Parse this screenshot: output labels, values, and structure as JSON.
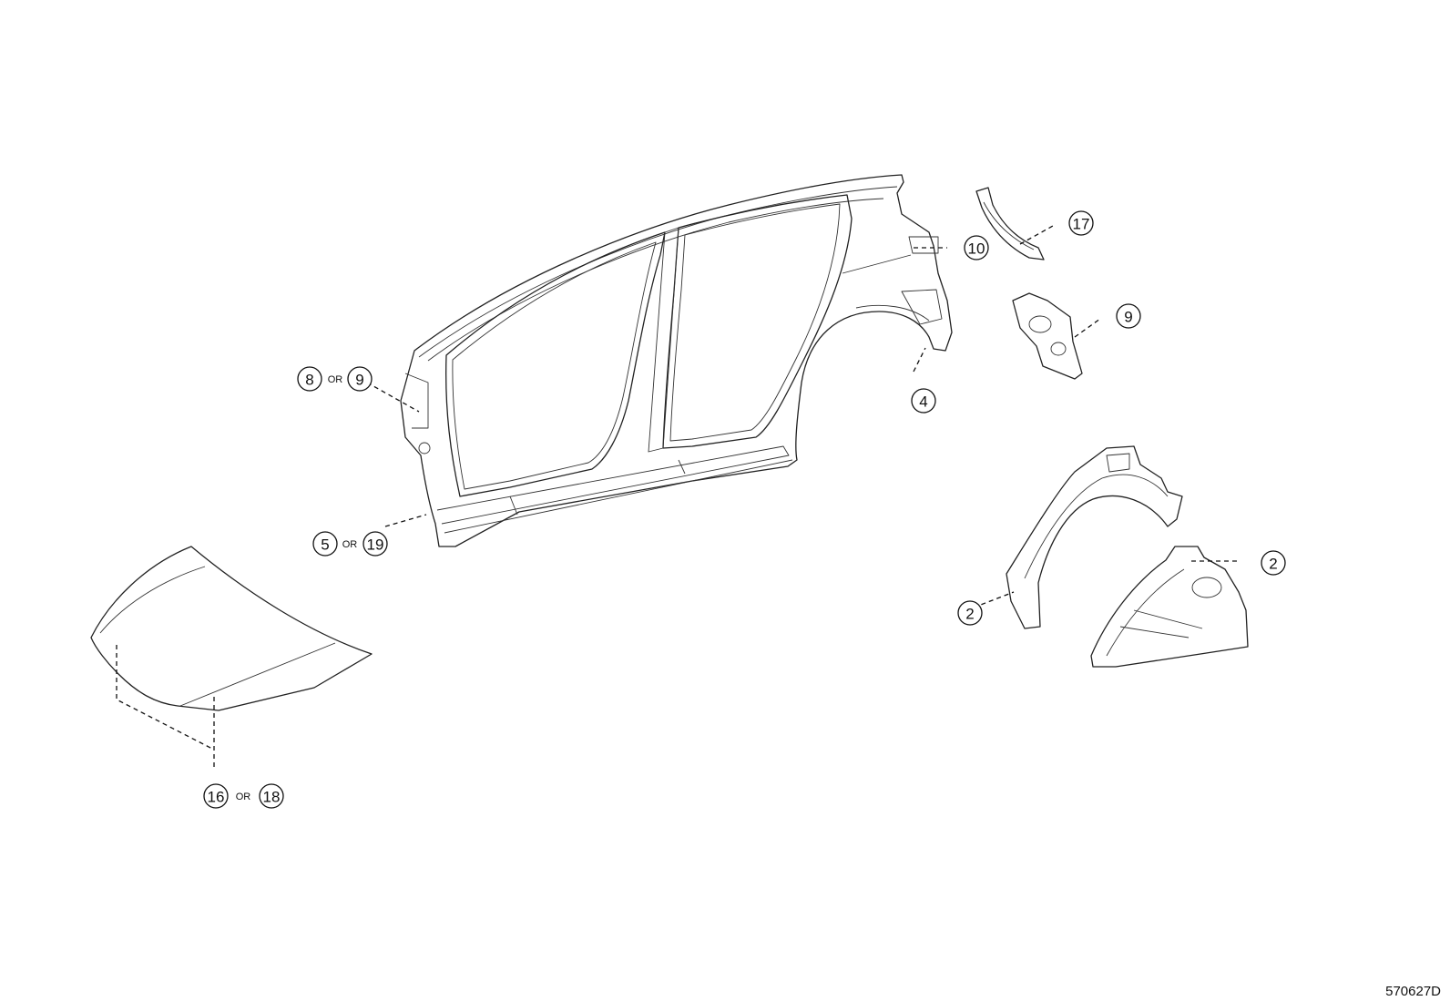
{
  "callouts": {
    "c_8": "8",
    "c_8_or": "OR",
    "c_9a": "9",
    "c_5": "5",
    "c_5_or": "OR",
    "c_19": "19",
    "c_16": "16",
    "c_16_or": "OR",
    "c_18": "18",
    "c_10": "10",
    "c_17": "17",
    "c_9b": "9",
    "c_4": "4",
    "c_2a": "2",
    "c_2b": "2"
  },
  "figure_code": "570627D",
  "colors": {
    "line": "#222222",
    "background": "#ffffff"
  }
}
